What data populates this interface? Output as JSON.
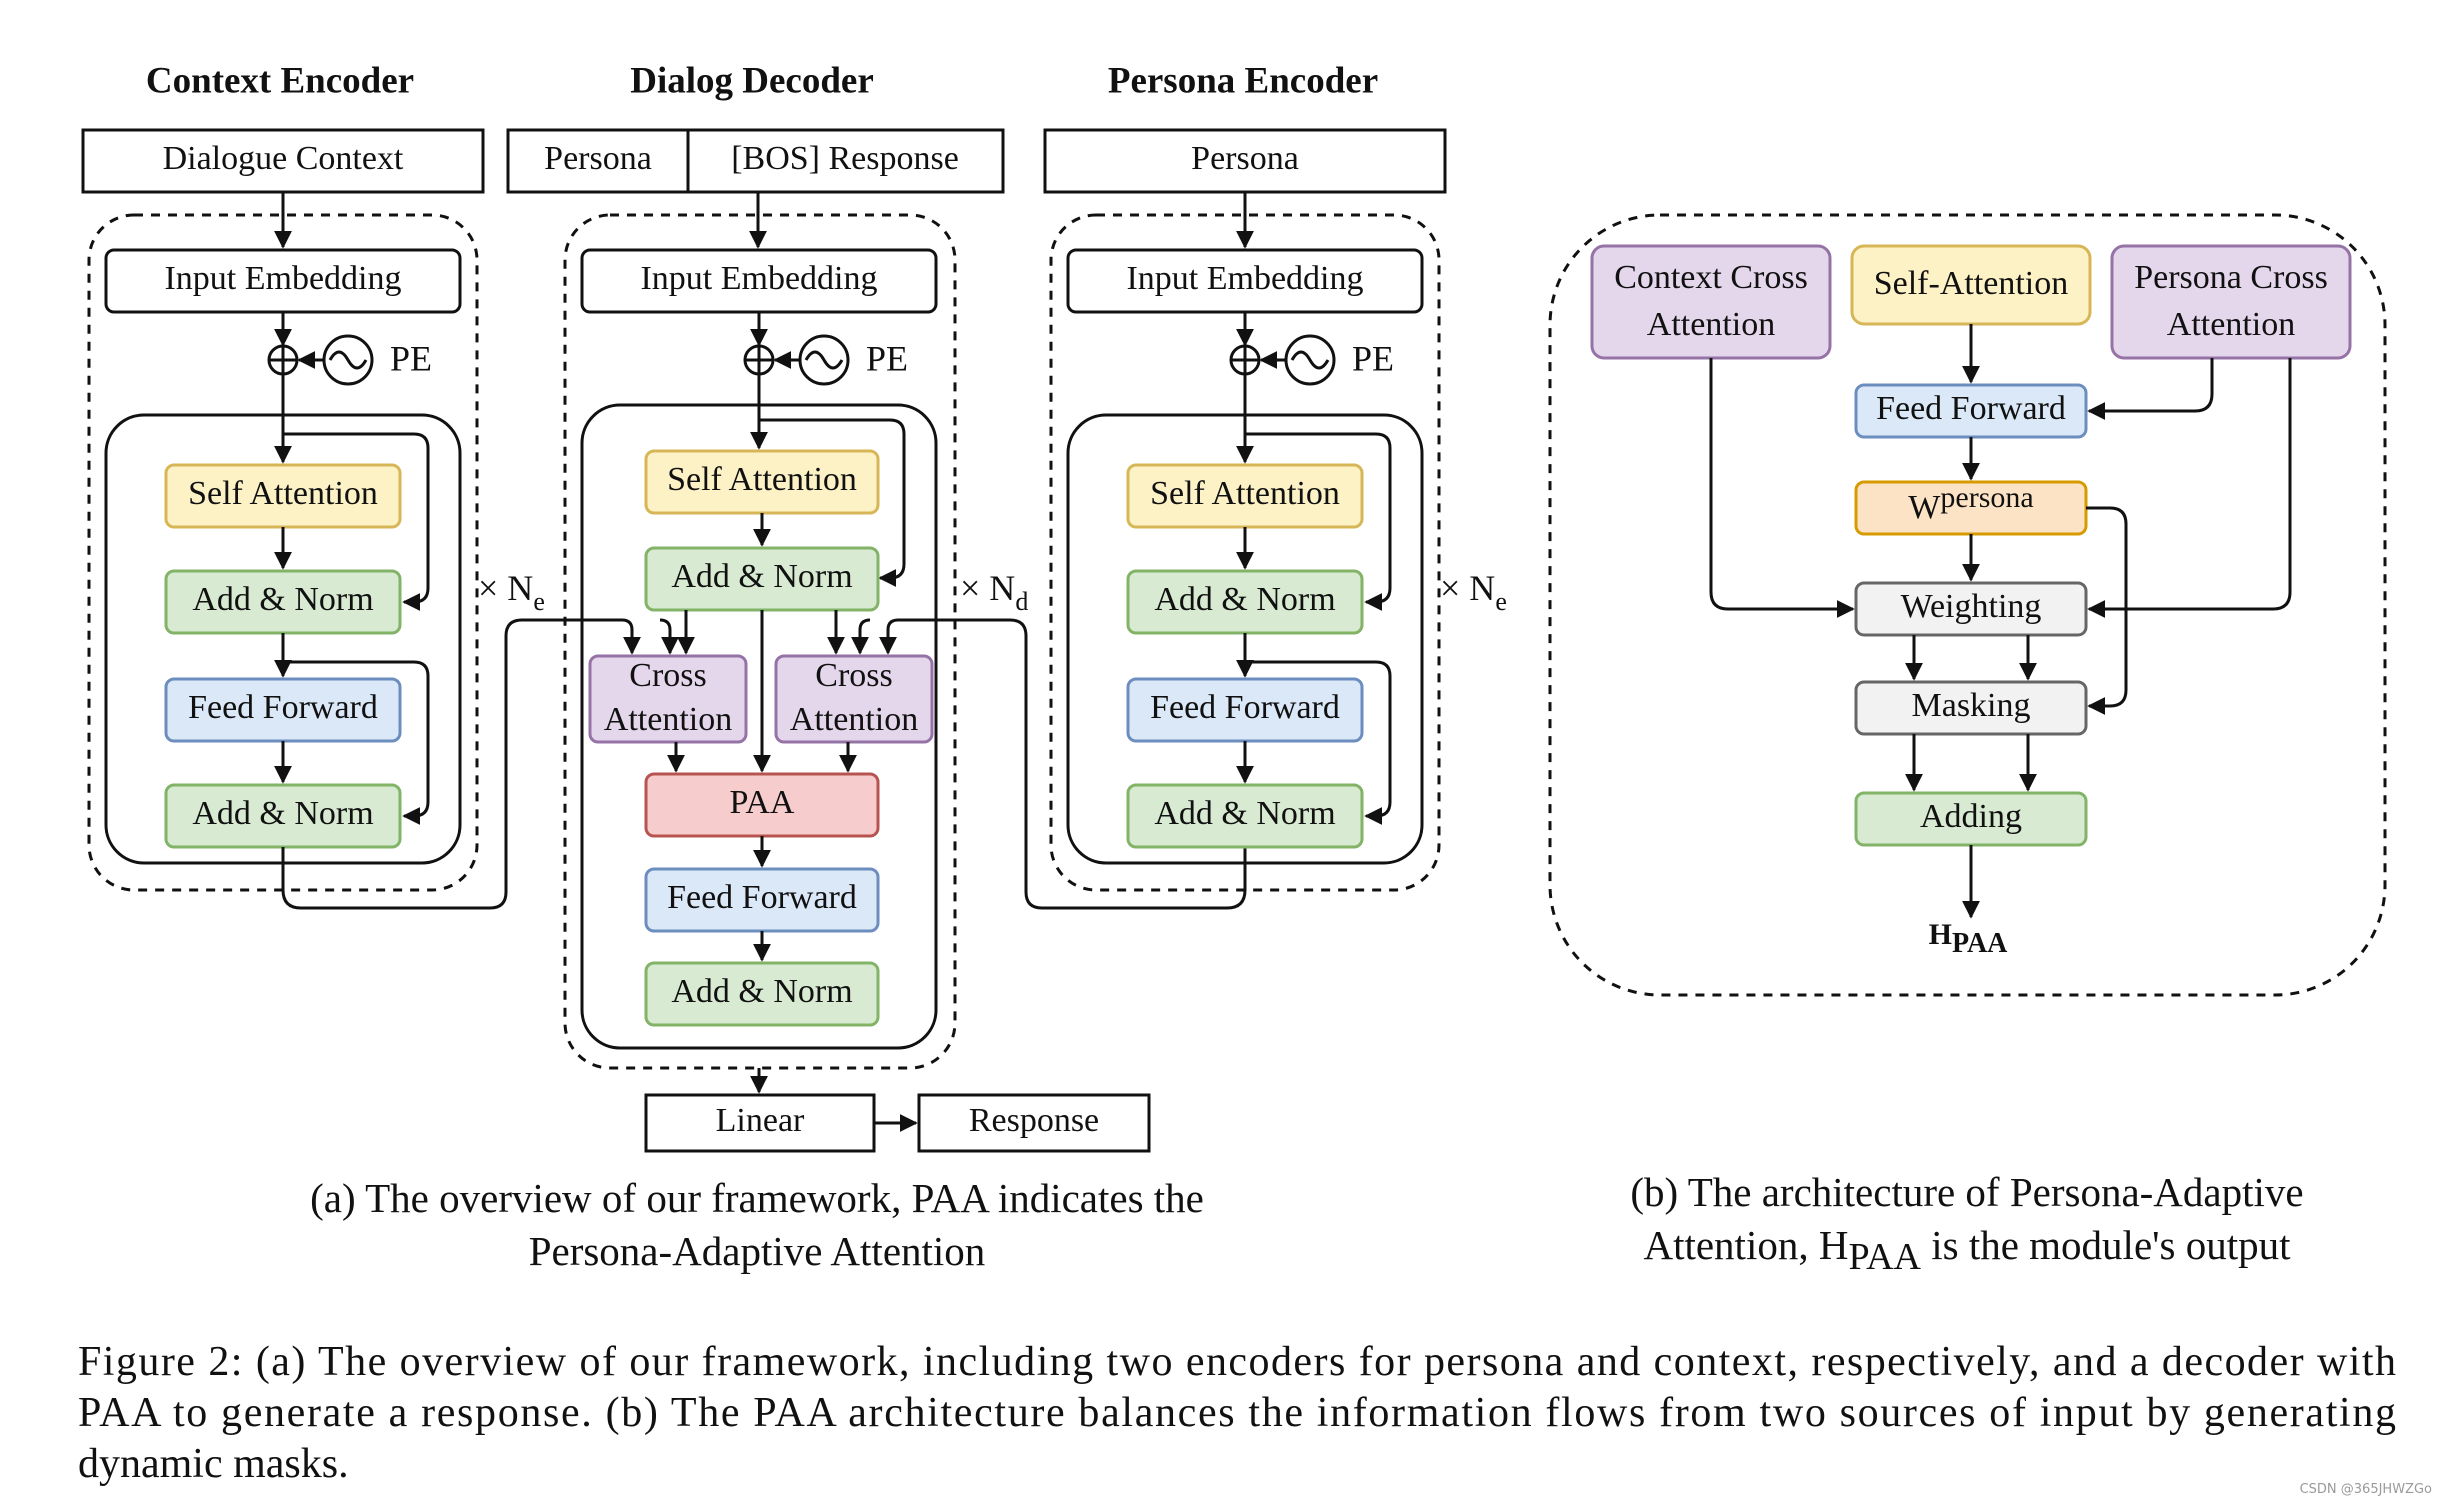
{
  "panel_a": {
    "context_encoder": {
      "title": "Context Encoder",
      "input": "Dialogue Context",
      "embedding": "Input Embedding",
      "pe": "PE",
      "self_attention": "Self Attention",
      "add_norm_1": "Add & Norm",
      "feed_forward": "Feed Forward",
      "add_norm_2": "Add & Norm",
      "repeat": "× N",
      "repeat_sub": "e"
    },
    "dialog_decoder": {
      "title": "Dialog Decoder",
      "input_persona": "Persona",
      "input_response": "[BOS] Response",
      "embedding": "Input Embedding",
      "pe": "PE",
      "self_attention": "Self Attention",
      "add_norm_1": "Add & Norm",
      "cross_attention_left": [
        "Cross",
        "Attention"
      ],
      "cross_attention_right": [
        "Cross",
        "Attention"
      ],
      "paa": "PAA",
      "feed_forward": "Feed Forward",
      "add_norm_2": "Add & Norm",
      "repeat": "× N",
      "repeat_sub": "d",
      "linear": "Linear",
      "output": "Response"
    },
    "persona_encoder": {
      "title": "Persona Encoder",
      "input": "Persona",
      "embedding": "Input Embedding",
      "pe": "PE",
      "self_attention": "Self Attention",
      "add_norm_1": "Add & Norm",
      "feed_forward": "Feed Forward",
      "add_norm_2": "Add & Norm",
      "repeat": "× N",
      "repeat_sub": "e"
    },
    "caption": [
      "(a) The overview of our framework, PAA indicates the",
      "Persona-Adaptive Attention"
    ]
  },
  "panel_b": {
    "context_cross_attention": [
      "Context Cross",
      "Attention"
    ],
    "self_attention": "Self-Attention",
    "persona_cross_attention": [
      "Persona Cross",
      "Attention"
    ],
    "feed_forward": "Feed Forward",
    "w_persona_main": "W",
    "w_persona_sup": "persona",
    "weighting": "Weighting",
    "masking": "Masking",
    "adding": "Adding",
    "output_main": "H",
    "output_sub": "PAA",
    "caption_line1": "(b) The architecture of Persona-Adaptive",
    "caption_line2_pre": "Attention, H",
    "caption_line2_sub": "PAA",
    "caption_line2_post": " is the module's output"
  },
  "figure_caption": [
    "Figure 2: (a) The overview of our framework, including two encoders for persona and context, respectively, and a decoder with",
    "PAA to generate a response. (b) The PAA architecture balances the information flows from two sources of input by generating",
    "dynamic masks."
  ],
  "watermark": "CSDN @365JHWZGo",
  "colors": {
    "self_attention": "#fdf2c6",
    "add_norm": "#d8ebd2",
    "feed_forward": "#dbe8f8",
    "cross_attention": "#e4d7ec",
    "paa": "#f6cccc",
    "w_persona": "#fde3c6",
    "weighting_masking": "#f2f2f2"
  }
}
